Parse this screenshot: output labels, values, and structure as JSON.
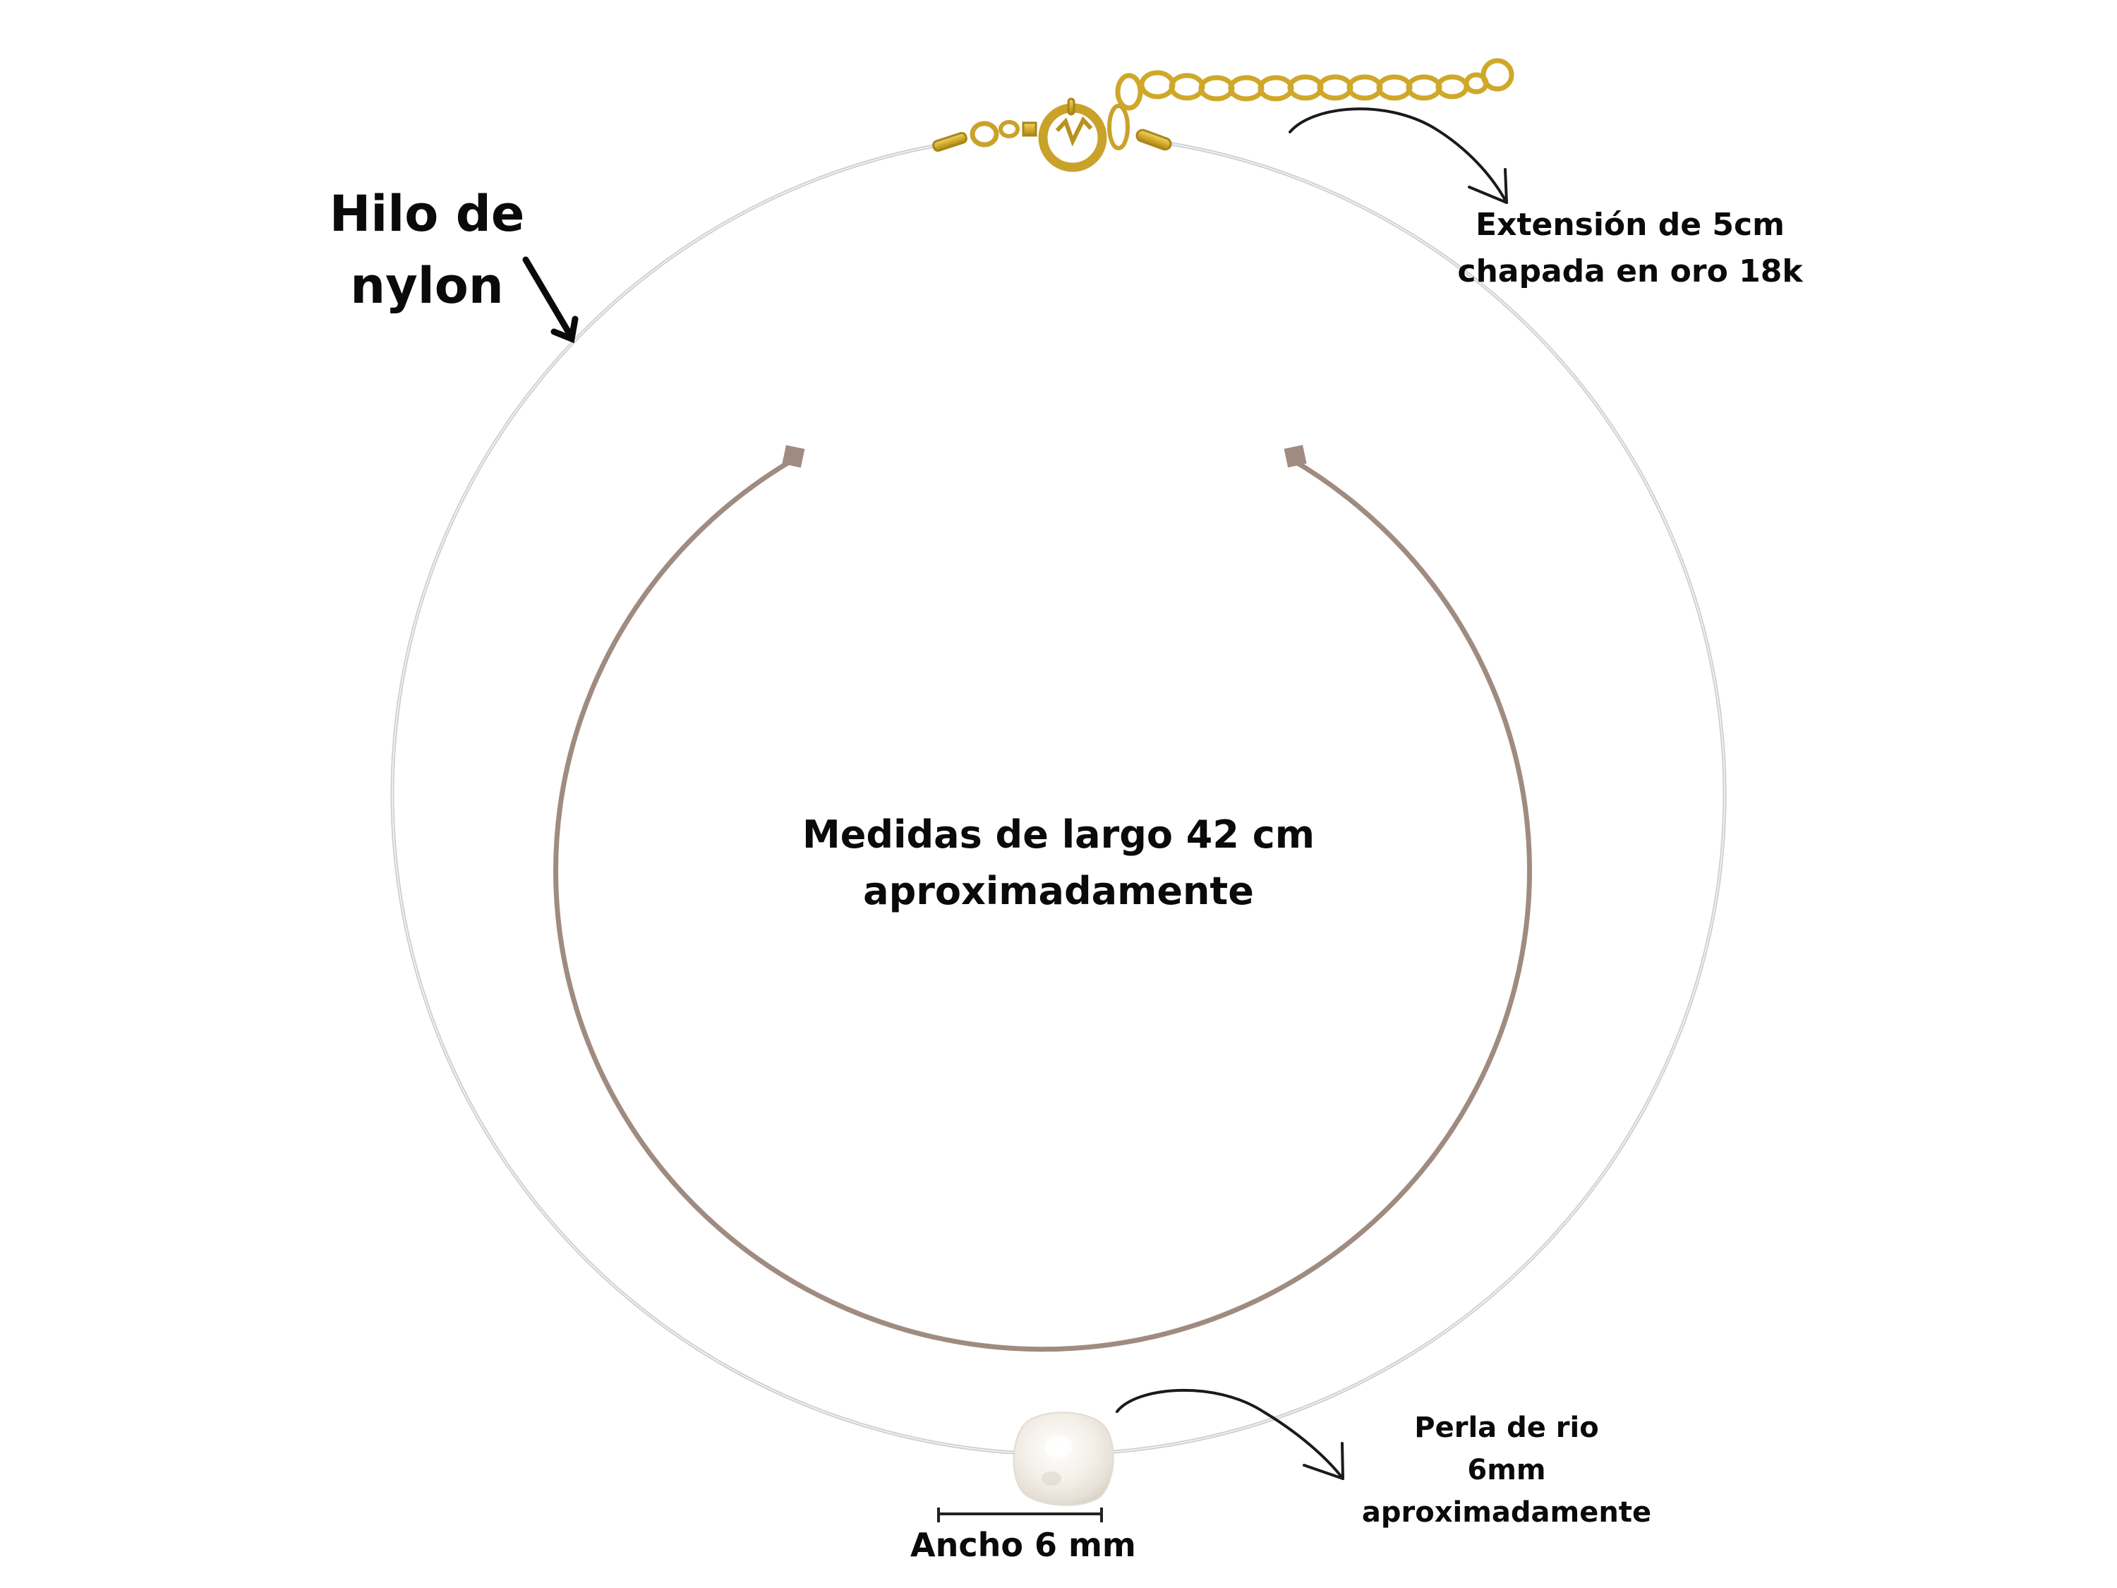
{
  "product": {
    "name": "Nylon thread choker with freshwater pearl",
    "colors": {
      "background": "#ffffff",
      "nylon_thread": "#d4d6d8",
      "size_guide_arc": "#a08b80",
      "gold": "#d4af2c",
      "gold_dark": "#a8841a",
      "pearl": "#f4f0ea",
      "text": "#0a0a0a",
      "arrow": "#1a1a1a"
    }
  },
  "annotations": {
    "thread": {
      "line1": "Hilo de",
      "line2": "nylon"
    },
    "extension": {
      "line1": "Extensión de 5cm",
      "line2": "chapada en oro 18k"
    },
    "length": {
      "line1": "Medidas de largo 42 cm",
      "line2": "aproximadamente"
    },
    "pearl": {
      "line1": "Perla de rio",
      "line2": "6mm",
      "line3": "aproximadamente"
    },
    "width": {
      "label": "Ancho 6 mm"
    }
  },
  "icons": {
    "thread_arrow": "straight-arrow-down-right",
    "extension_arrow": "curved-arrow-down-right",
    "pearl_arrow": "curved-arrow-down-right",
    "width_measure": "dimension-line"
  }
}
